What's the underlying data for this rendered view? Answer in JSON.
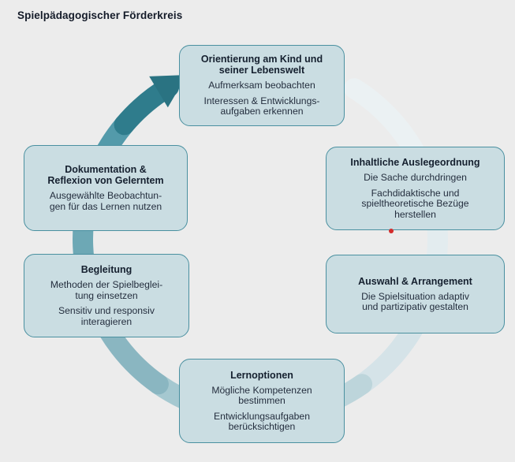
{
  "title": "Spielpädagogischer Förderkreis",
  "diagram": {
    "type": "cycle",
    "direction": "clockwise",
    "nodes": [
      {
        "id": "orientierung",
        "title": "Orientierung am Kind und\nseiner Lebenswelt",
        "paragraphs": [
          "Aufmerksam beobachten",
          "Interessen & Entwicklungs-\naufgaben erkennen"
        ]
      },
      {
        "id": "inhaltliche-auslegeordnung",
        "title": "Inhaltliche Auslegeordnung",
        "paragraphs": [
          "Die Sache durchdringen",
          "Fachdidaktische und\nspieltheoretische Bezüge\nherstellen"
        ]
      },
      {
        "id": "auswahl-arrangement",
        "title": "Auswahl & Arrangement",
        "paragraphs": [
          "Die Spielsituation adaptiv\nund partizipativ gestalten"
        ]
      },
      {
        "id": "lernoptionen",
        "title": "Lernoptionen",
        "paragraphs": [
          "Mögliche Kompetenzen\nbestimmen",
          "Entwicklungsaufgaben\nberücksichtigen"
        ]
      },
      {
        "id": "begleitung",
        "title": "Begleitung",
        "paragraphs": [
          "Methoden der Spielbeglei-\ntung einsetzen",
          "Sensitiv und responsiv\ninteragieren"
        ]
      },
      {
        "id": "dokumentation-reflexion",
        "title": "Dokumentation &\nReflexion von Gelerntem",
        "paragraphs": [
          "Ausgewählte Beobachtun-\ngen für das Lernen nutzen"
        ]
      }
    ]
  },
  "colors": {
    "background": "#ececec",
    "box_fill": "#cadde2",
    "box_border": "#4a90a0",
    "text_dark": "#15202f",
    "arrow_dark_teal": "#2f7c8c",
    "ring_light_end": "#ebf1f3",
    "ring_mid": "#8ab6c1",
    "red_marker": "#d42b2b"
  }
}
